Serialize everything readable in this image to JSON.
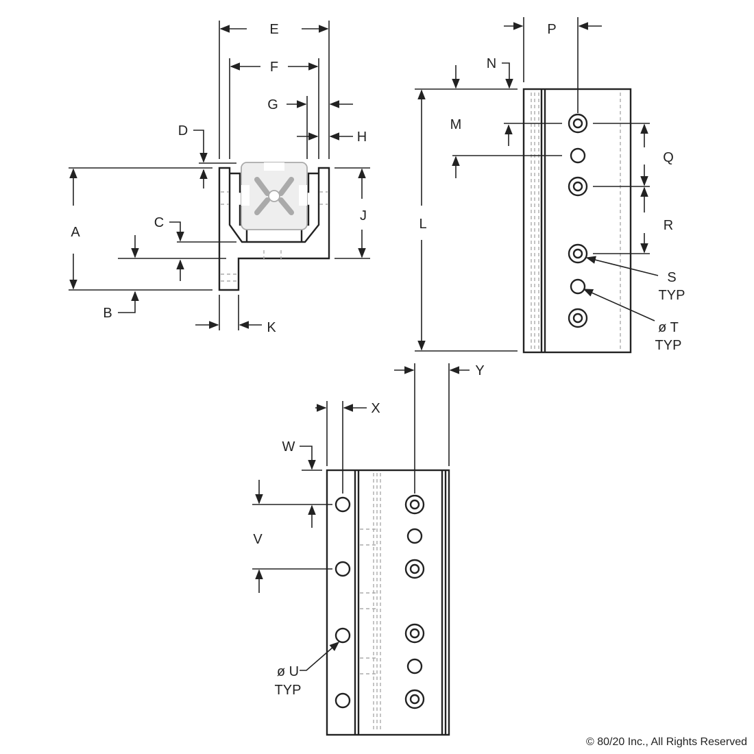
{
  "drawing": {
    "labels": {
      "A": "A",
      "B": "B",
      "C": "C",
      "D": "D",
      "E": "E",
      "F": "F",
      "G": "G",
      "H": "H",
      "J": "J",
      "K": "K",
      "L": "L",
      "M": "M",
      "N": "N",
      "P": "P",
      "Q": "Q",
      "R": "R",
      "S": "S",
      "T": "ø T",
      "U": "ø U",
      "V": "V",
      "W": "W",
      "X": "X",
      "Y": "Y",
      "typ": "TYP"
    }
  },
  "footer": {
    "copyright": "© 80/20 Inc., All Rights Reserved"
  }
}
